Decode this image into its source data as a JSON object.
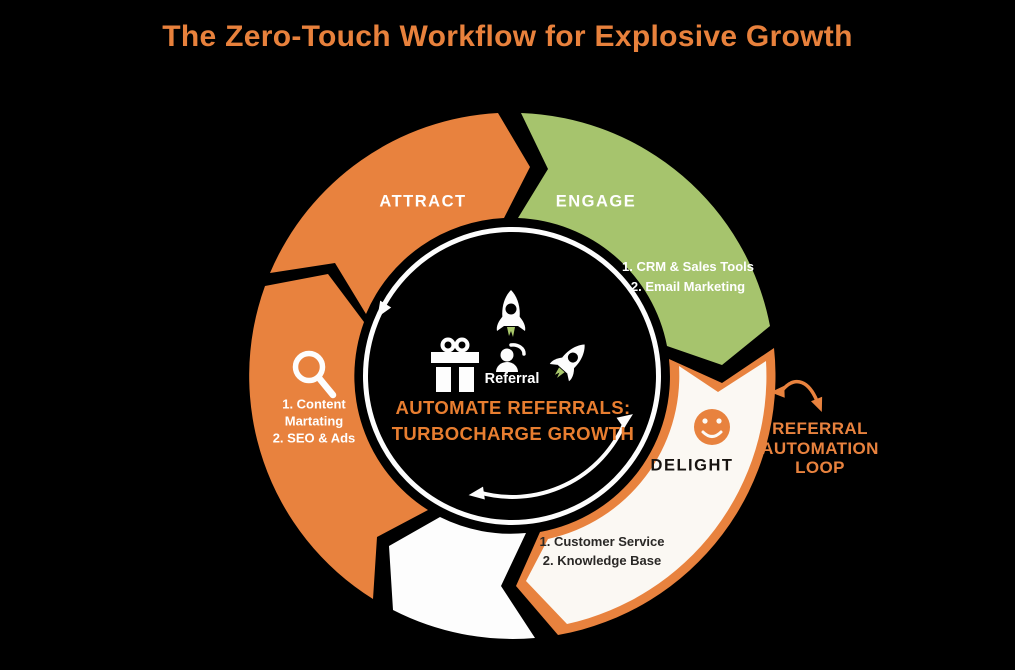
{
  "title": "The Zero-Touch Workflow for Explosive Growth",
  "colors": {
    "background": "#000000",
    "orange": "#E8823E",
    "green": "#A6C46D",
    "cream": "#FBF8F3",
    "white": "#FFFFFF",
    "dark_text": "#2A2826",
    "title_orange": "#E8813C",
    "headline_orange": "#E87E30",
    "flame_green": "#A9C86B"
  },
  "stages": {
    "attract": {
      "label": "ATTRACT",
      "icon": "magnifier-icon",
      "items": [
        "1. Content",
        "Martating",
        "2. SEO & Ads"
      ]
    },
    "engage": {
      "label": "ENGAGE",
      "items": [
        "1. CRM & Sales Tools",
        "2. Email Marketing"
      ]
    },
    "delight": {
      "label": "DELIGHT",
      "icon": "smiley-icon",
      "items": [
        "1. Customer Service",
        "2. Knowledge Base"
      ]
    }
  },
  "center": {
    "icons": [
      "gift-icon",
      "rocket-icon",
      "referral-person-icon",
      "rocket-icon"
    ],
    "referral_label": "Referral",
    "headline": [
      "AUTOMATE REFERRALS:",
      "TURBOCHARGE GROWTH"
    ]
  },
  "annotation": {
    "icon": "loop-arrow-icon",
    "label_lines": [
      "REFERRAL",
      "AUTOMATION",
      "LOOP"
    ]
  }
}
